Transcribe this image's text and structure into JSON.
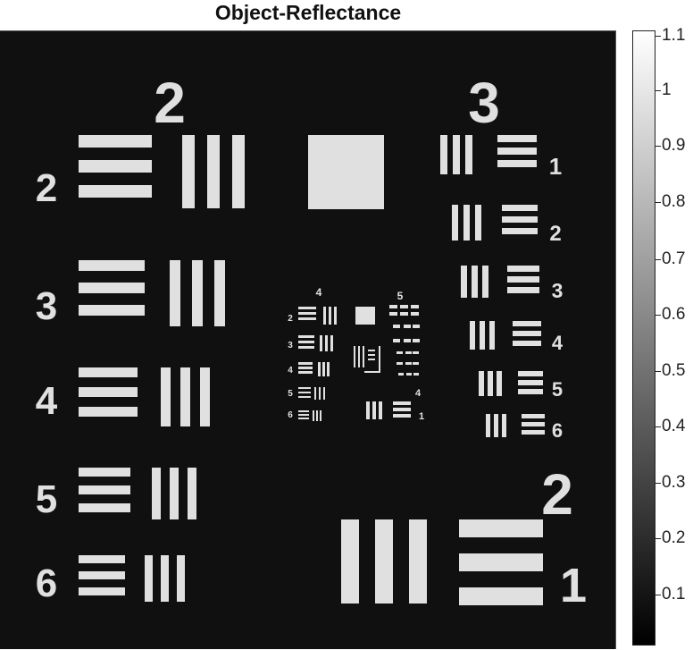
{
  "title": "Object-Reflectance",
  "colorbar": {
    "ticks": [
      "1.1",
      "1",
      "0.9",
      "0.8",
      "0.7",
      "0.6",
      "0.5",
      "0.4",
      "0.3",
      "0.2",
      "0.1"
    ],
    "colors": {
      "high": "#ffffff",
      "low": "#000000"
    }
  },
  "target": {
    "background": "#101010",
    "element_color": "#e0e0e0",
    "group_labels": [
      "2",
      "3",
      "2"
    ],
    "left_elements": [
      "2",
      "3",
      "4",
      "5",
      "6"
    ],
    "right_elements": [
      "1",
      "2",
      "3",
      "4",
      "5",
      "6"
    ],
    "bottom_element": "1",
    "center_group_labels": [
      "4",
      "5"
    ],
    "center_elements_left": [
      "2",
      "3",
      "4",
      "5",
      "6"
    ],
    "center_elements_right": [
      "4",
      "1"
    ]
  }
}
